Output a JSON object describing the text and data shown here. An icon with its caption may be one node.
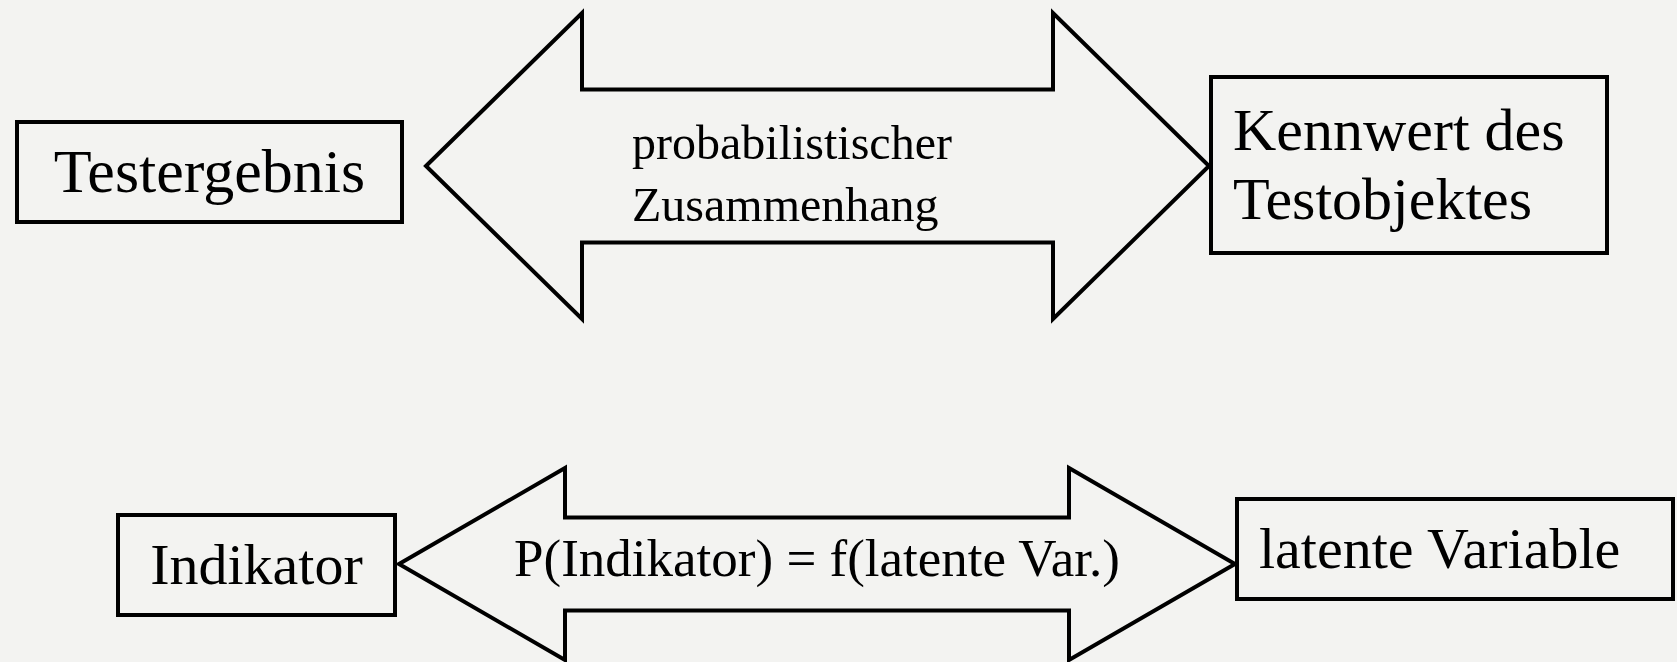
{
  "diagram": {
    "nodes": [
      {
        "text": [
          "Testergebnis"
        ]
      },
      {
        "text": [
          "Kennwert des Testobjektes"
        ]
      },
      {
        "text": [
          "Indikator"
        ]
      },
      {
        "text": [
          "latente Variable"
        ]
      }
    ],
    "edges": [
      {
        "from": 0,
        "to": 1,
        "arrow": "both",
        "label": "probabilistischer Zusammenhang"
      },
      {
        "from": 2,
        "to": 3,
        "arrow": "both",
        "label": "P(Indikator) = f(latente Var.)"
      }
    ]
  }
}
